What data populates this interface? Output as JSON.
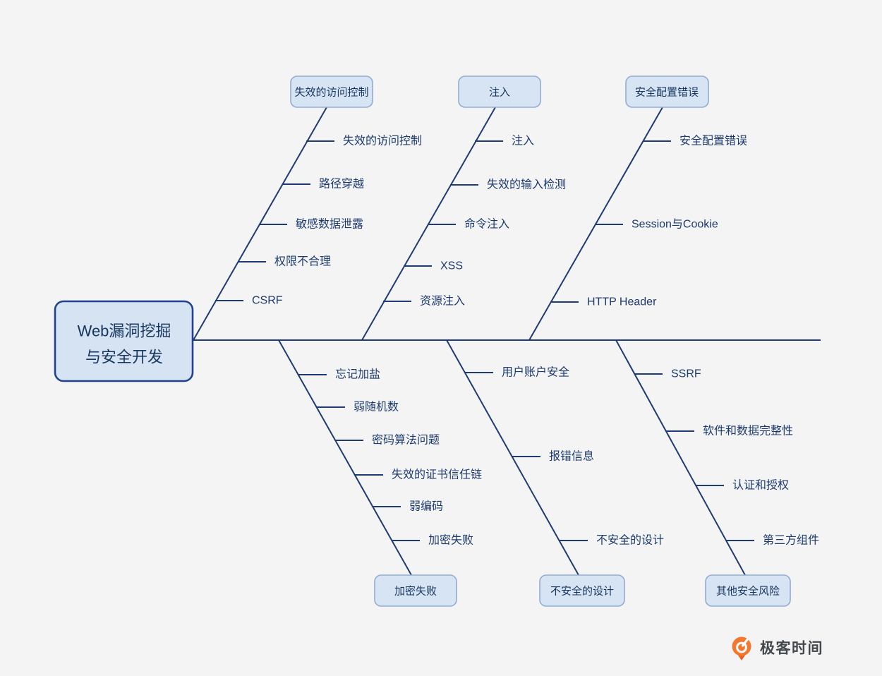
{
  "title": "Web漏洞挖掘与安全开发",
  "colors": {
    "background": "#f4f4f5",
    "bone_line": "#1f3b73",
    "root_fill": "#d5e3f2",
    "root_border": "#23418f",
    "branch_fill": "#d7e4f3",
    "branch_border": "#93acd1",
    "label_text": "#1d3a6e",
    "logo_orange": "#f5772b",
    "logo_text_color": "#43484d"
  },
  "root": {
    "label": "Web漏洞挖掘与安全开发",
    "lines": [
      "Web漏洞挖掘",
      "与安全开发"
    ]
  },
  "branches": [
    {
      "label": "失效的访问控制",
      "position": "top",
      "items": [
        "失效的访问控制",
        "路径穿越",
        "敏感数据泄露",
        "权限不合理",
        "CSRF"
      ]
    },
    {
      "label": "注入",
      "position": "top",
      "items": [
        "注入",
        "失效的输入检测",
        "命令注入",
        "XSS",
        "资源注入"
      ]
    },
    {
      "label": "安全配置错误",
      "position": "top",
      "items": [
        "安全配置错误",
        "Session与Cookie",
        "HTTP Header"
      ]
    },
    {
      "label": "加密失败",
      "position": "bottom",
      "items": [
        "忘记加盐",
        "弱随机数",
        "密码算法问题",
        "失效的证书信任链",
        "弱编码",
        "加密失败"
      ]
    },
    {
      "label": "不安全的设计",
      "position": "bottom",
      "items": [
        "用户账户安全",
        "报错信息",
        "不安全的设计"
      ]
    },
    {
      "label": "其他安全风险",
      "position": "bottom",
      "items": [
        "SSRF",
        "软件和数据完整性",
        "认证和授权",
        "第三方组件"
      ]
    }
  ],
  "watermark": {
    "logo_text": "极客时间"
  }
}
